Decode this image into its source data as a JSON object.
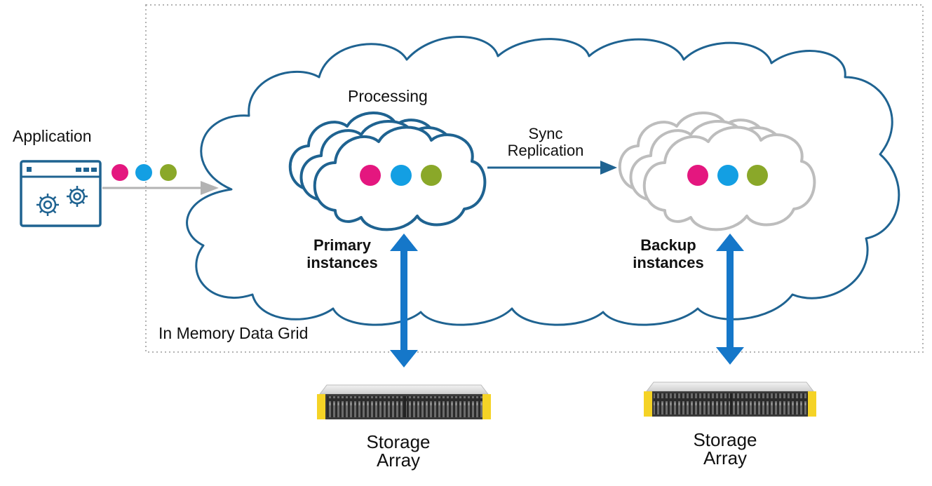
{
  "labels": {
    "application": "Application",
    "processing": "Processing",
    "sync_replication_line1": "Sync",
    "sync_replication_line2": "Replication",
    "primary_line1": "Primary",
    "primary_line2": "instances",
    "backup_line1": "Backup",
    "backup_line2": "instances",
    "grid": "In Memory Data Grid",
    "storage_left_line1": "Storage",
    "storage_left_line2": "Array",
    "storage_right_line1": "Storage",
    "storage_right_line2": "Array"
  },
  "colors": {
    "cloud_stroke": "#1f6391",
    "backup_stroke": "#bdbdbd",
    "arrow_blue": "#1577c9",
    "gray_arrow": "#b3b3b3",
    "dot_magenta": "#e4177f",
    "dot_cyan": "#139fe3",
    "dot_green": "#8aa829",
    "storage_yellow": "#f5d326",
    "grid_border": "#b3b3b3"
  },
  "icons": {
    "application": "app-window-gears-icon",
    "storage": "storage-array-icon"
  }
}
